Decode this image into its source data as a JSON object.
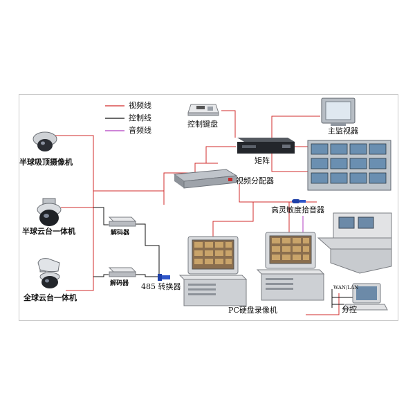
{
  "legend": {
    "video": "视频线",
    "control": "控制线",
    "audio": "音频线"
  },
  "devices": {
    "dome_camera": "半球吸顶摄像机",
    "half_ptz": "半球云台一体机",
    "full_ptz": "全球云台一体机",
    "decoder_top": "解码器",
    "decoder_bottom": "解码器",
    "converter": "485 转换器",
    "keyboard": "控制键盘",
    "matrix": "矩阵",
    "main_monitor": "主监视器",
    "splitter": "视频分配器",
    "mic": "高灵敏度拾音器",
    "dvr": "PC硬盘录像机",
    "sub_control": "分控",
    "lan": "WAN/LAN"
  },
  "colors": {
    "video": "#d22b2b",
    "control": "#111111",
    "audio": "#b03cc0"
  }
}
